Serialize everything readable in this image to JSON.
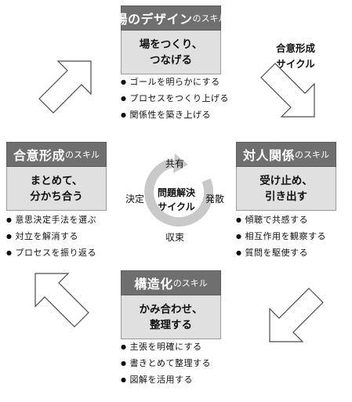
{
  "top_card": {
    "title": "場のデザイン",
    "suffix": "のスキル",
    "body": [
      "場をつくり、",
      "つなげる"
    ],
    "bullets": [
      "ゴールを明らかにする",
      "プロセスをつくり上げる",
      "関係性を築き上げる"
    ]
  },
  "right_card": {
    "title": "対人関係",
    "suffix": "のスキル",
    "body": [
      "受け止め、",
      "引き出す"
    ],
    "bullets": [
      "傾聴で共感する",
      "相互作用を観察する",
      "質問を駆使する"
    ]
  },
  "bottom_card": {
    "title": "構造化",
    "suffix": "のスキル",
    "body": [
      "かみ合わせ、",
      "整理する"
    ],
    "bullets": [
      "主張を明確にする",
      "書きとめて整理する",
      "図解を活用する"
    ]
  },
  "left_card": {
    "title": "合意形成",
    "suffix": "のスキル",
    "body": [
      "まとめて、",
      "分かち合う"
    ],
    "bullets": [
      "意思決定手法を選ぶ",
      "対立を解消する",
      "プロセスを振り返る"
    ]
  },
  "outer_cycle_label": [
    "合意形成",
    "サイクル"
  ],
  "center": {
    "title": [
      "問題解決",
      "サイクル"
    ],
    "top": "共有",
    "right": "発散",
    "bottom": "収束",
    "left": "決定"
  }
}
